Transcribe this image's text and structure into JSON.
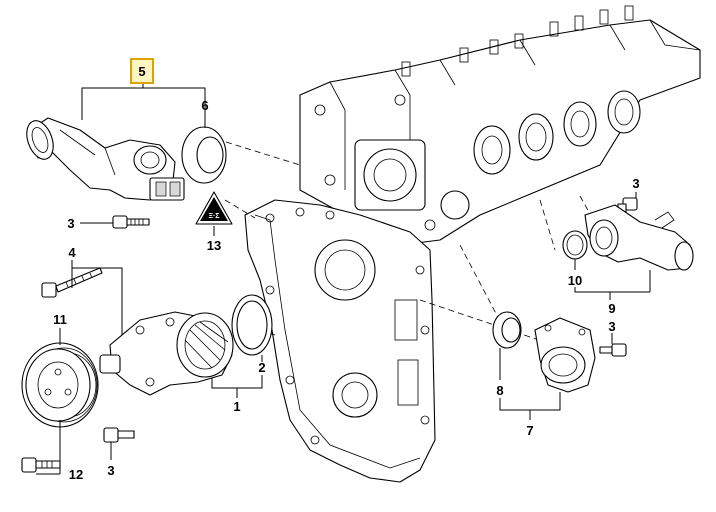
{
  "diagram": {
    "highlight_color": "#d8a400",
    "highlighted_callout": "5",
    "callouts": [
      {
        "id": "c5",
        "label": "5"
      },
      {
        "id": "c6",
        "label": "6"
      },
      {
        "id": "c3a",
        "label": "3"
      },
      {
        "id": "c13",
        "label": "13"
      },
      {
        "id": "c4",
        "label": "4"
      },
      {
        "id": "c11",
        "label": "11"
      },
      {
        "id": "c12",
        "label": "12"
      },
      {
        "id": "c3b",
        "label": "3"
      },
      {
        "id": "c2",
        "label": "2"
      },
      {
        "id": "c1",
        "label": "1"
      },
      {
        "id": "c3c",
        "label": "3"
      },
      {
        "id": "c10",
        "label": "10"
      },
      {
        "id": "c9",
        "label": "9"
      },
      {
        "id": "c3d",
        "label": "3"
      },
      {
        "id": "c8",
        "label": "8"
      },
      {
        "id": "c7",
        "label": "7"
      }
    ],
    "warning_label": {
      "text": "Ξ·Σ",
      "icon": "warning-triangle-icon"
    }
  }
}
